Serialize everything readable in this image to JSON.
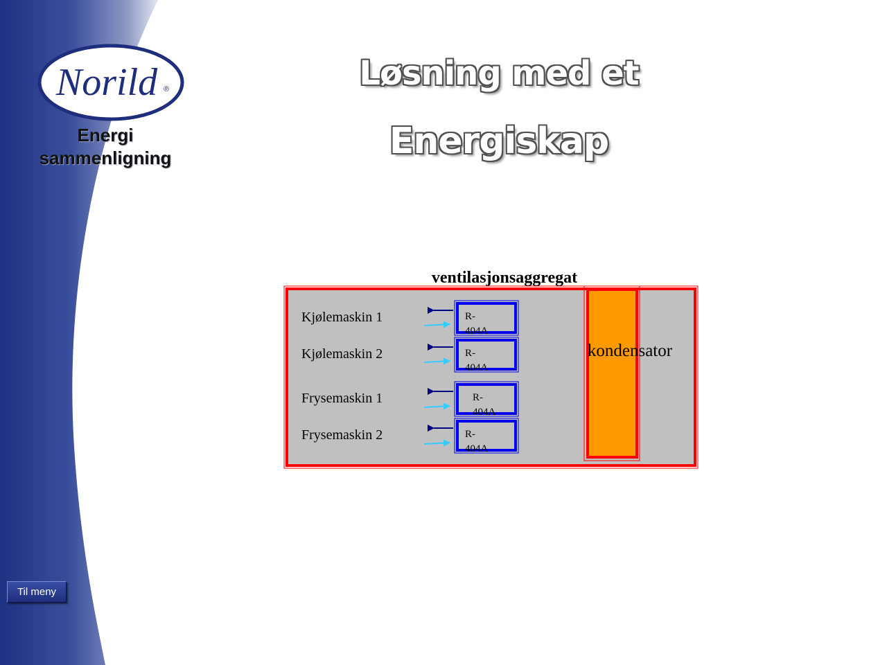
{
  "branding": {
    "logo_text": "Norild",
    "registered_mark": "®"
  },
  "sidebar": {
    "subtitle_line1": "Energi",
    "subtitle_line2": "sammenligning",
    "menu_button_label": "Til meny"
  },
  "slide": {
    "title_line1": "Løsning med et",
    "title_line2": "Energiskap"
  },
  "diagram": {
    "unit_label": "ventilasjonsaggregat",
    "condenser_label": "kondensator",
    "machines": [
      {
        "label": "Kjølemaskin 1",
        "refrigerant_line1": "R-",
        "refrigerant_line2": "404A"
      },
      {
        "label": "Kjølemaskin 2",
        "refrigerant_line1": "R-",
        "refrigerant_line2": "404A"
      },
      {
        "label": "Frysemaskin 1",
        "refrigerant_line1": "R-",
        "refrigerant_line2": "404A"
      },
      {
        "label": "Frysemaskin 2",
        "refrigerant_line1": "R-",
        "refrigerant_line2": "404A"
      }
    ]
  },
  "colors": {
    "sidebar_blue": "#233785",
    "frame_red": "#ff0000",
    "unit_gray": "#c0c0c0",
    "condenser_orange": "#ff9900",
    "compressor_blue": "#0000ee",
    "arrow_dark": "#000080",
    "arrow_light": "#33ccff"
  }
}
